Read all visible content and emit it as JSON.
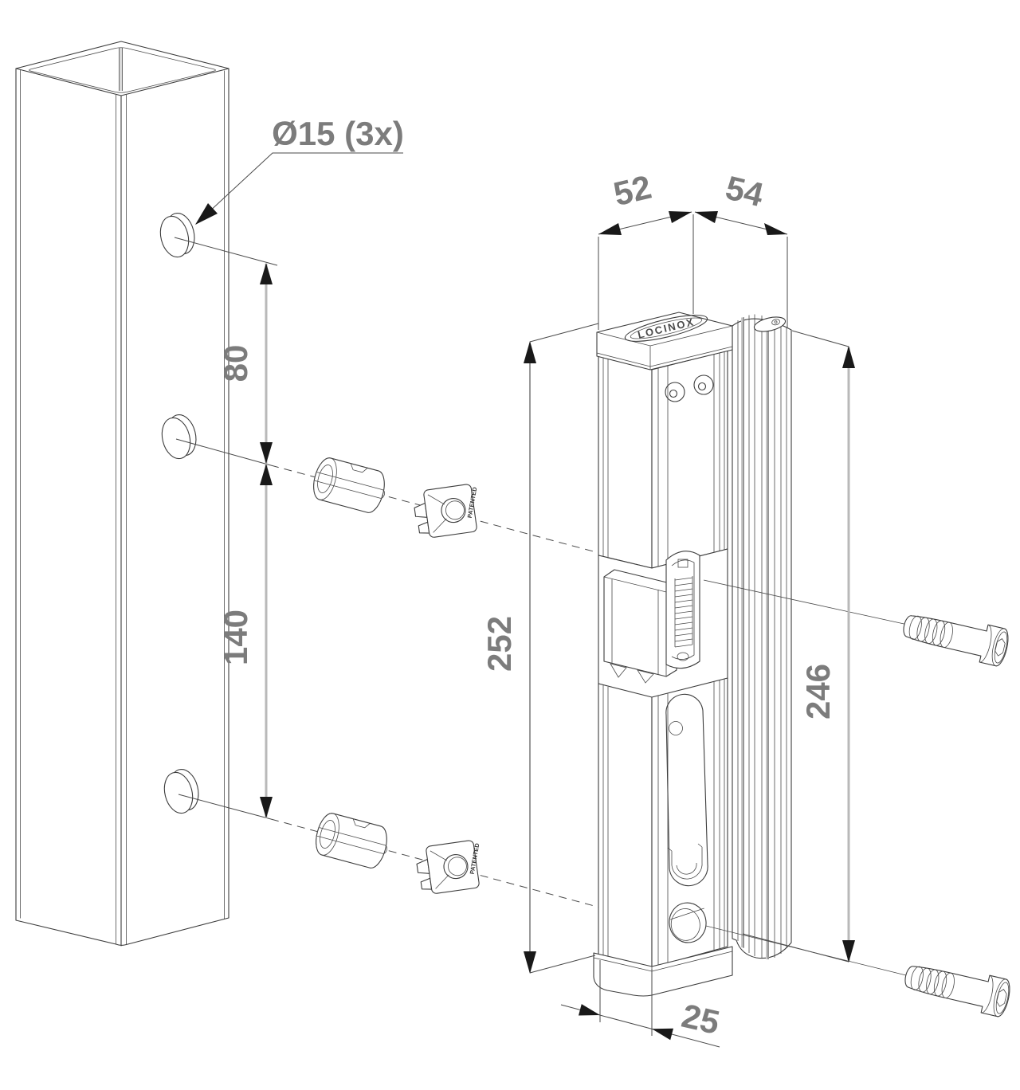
{
  "drawing": {
    "brand": "LOCINOX",
    "patented_text": "PATENTED",
    "labels": {
      "hole_diameter": "Ø15 (3x)",
      "front_width": "52",
      "side_depth": "54",
      "upper_hole_spacing": "80",
      "lower_hole_spacing": "140",
      "lock_height": "252",
      "profile_height": "246",
      "bottom_depth": "25"
    },
    "colors": {
      "line": "#3c3c3c",
      "dim_line_grey": "#b9b9b9",
      "dim_text": "#7c7c7c",
      "arrow": "#191919",
      "background": "#ffffff"
    }
  }
}
